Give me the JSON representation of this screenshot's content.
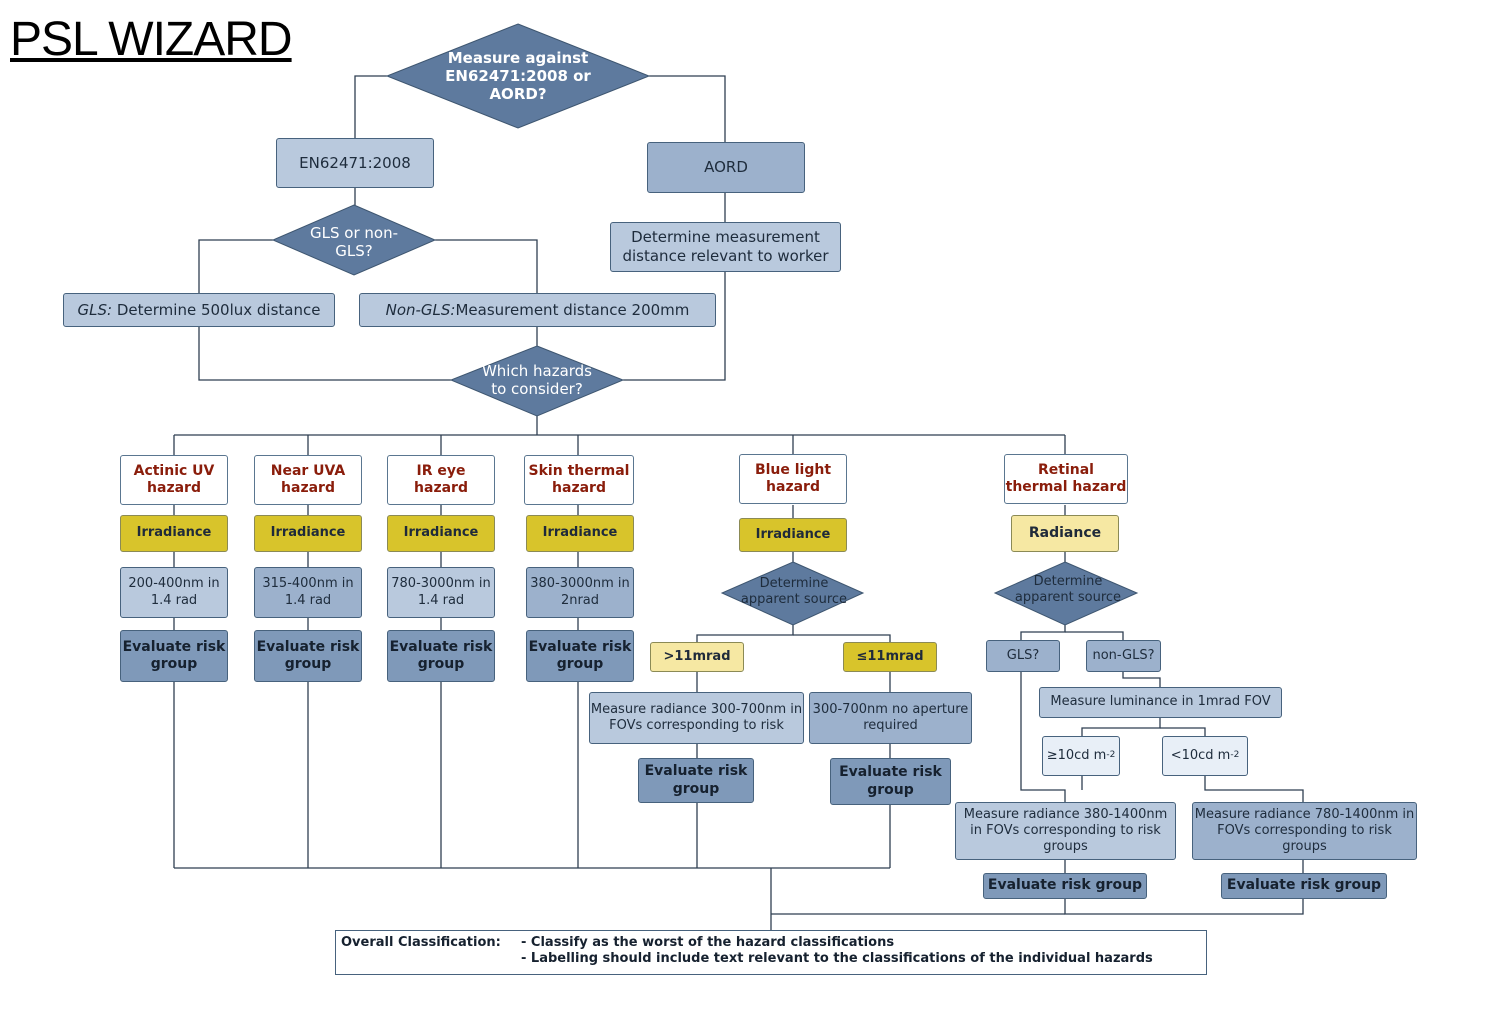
{
  "title": "PSL WIZARD",
  "decisions": {
    "standard": "Measure against EN62471:2008 or AORD?",
    "gls": "GLS or non-GLS?",
    "hazards": "Which hazards to consider?",
    "source_blue": "Determine apparent source",
    "source_retinal": "Determine apparent source"
  },
  "nodes": {
    "en62471": "EN62471:2008",
    "aord": "AORD",
    "aord_distance": "Determine measurement distance relevant to worker",
    "gls_prefix": "GLS:",
    "gls_text": "Determine 500lux distance",
    "nongls_prefix": "Non-GLS:",
    "nongls_text": "Measurement distance 200mm"
  },
  "hazards": [
    {
      "name": "Actinic UV hazard",
      "quantity": "Irradiance",
      "range": "200-400nm in 1.4 rad",
      "evaluate": "Evaluate risk group"
    },
    {
      "name": "Near UVA hazard",
      "quantity": "Irradiance",
      "range": "315-400nm in 1.4 rad",
      "evaluate": "Evaluate risk group"
    },
    {
      "name": "IR eye hazard",
      "quantity": "Irradiance",
      "range": "780-3000nm in 1.4 rad",
      "evaluate": "Evaluate risk group"
    },
    {
      "name": "Skin thermal hazard",
      "quantity": "Irradiance",
      "range": "380-3000nm in 2nrad",
      "evaluate": "Evaluate risk group"
    },
    {
      "name": "Blue light hazard",
      "quantity": "Irradiance"
    },
    {
      "name": "Retinal thermal hazard",
      "quantity": "Radiance"
    }
  ],
  "blue_light": {
    "large": ">11mrad",
    "small": "≤11mrad",
    "large_measure": "Measure radiance 300-700nm in FOVs corresponding to risk",
    "small_measure": "300-700nm no aperture required",
    "evaluate_large": "Evaluate risk group",
    "evaluate_small": "Evaluate risk group"
  },
  "retinal": {
    "gls": "GLS?",
    "nongls": "non-GLS?",
    "luminance": "Measure luminance in 1mrad FOV",
    "high": "≥10cd m",
    "low": "<10cd m",
    "exponent": "-2",
    "high_measure": "Measure radiance 380-1400nm in FOVs corresponding to risk groups",
    "low_measure": "Measure radiance 780-1400nm in FOVs corresponding to risk groups",
    "evaluate_high": "Evaluate risk group",
    "evaluate_low": "Evaluate risk group"
  },
  "overall": {
    "heading": "Overall Classification:",
    "line1": "- Classify as the worst of the hazard classifications",
    "line2": "- Labelling should include text relevant to the classifications of the individual hazards"
  },
  "colors": {
    "diamond": "#5e7a9e",
    "hazard_text": "#8a1d0b",
    "yellow": "#d8c42b",
    "pale_yellow": "#f6e8a3",
    "connector": "#2f3f52"
  }
}
